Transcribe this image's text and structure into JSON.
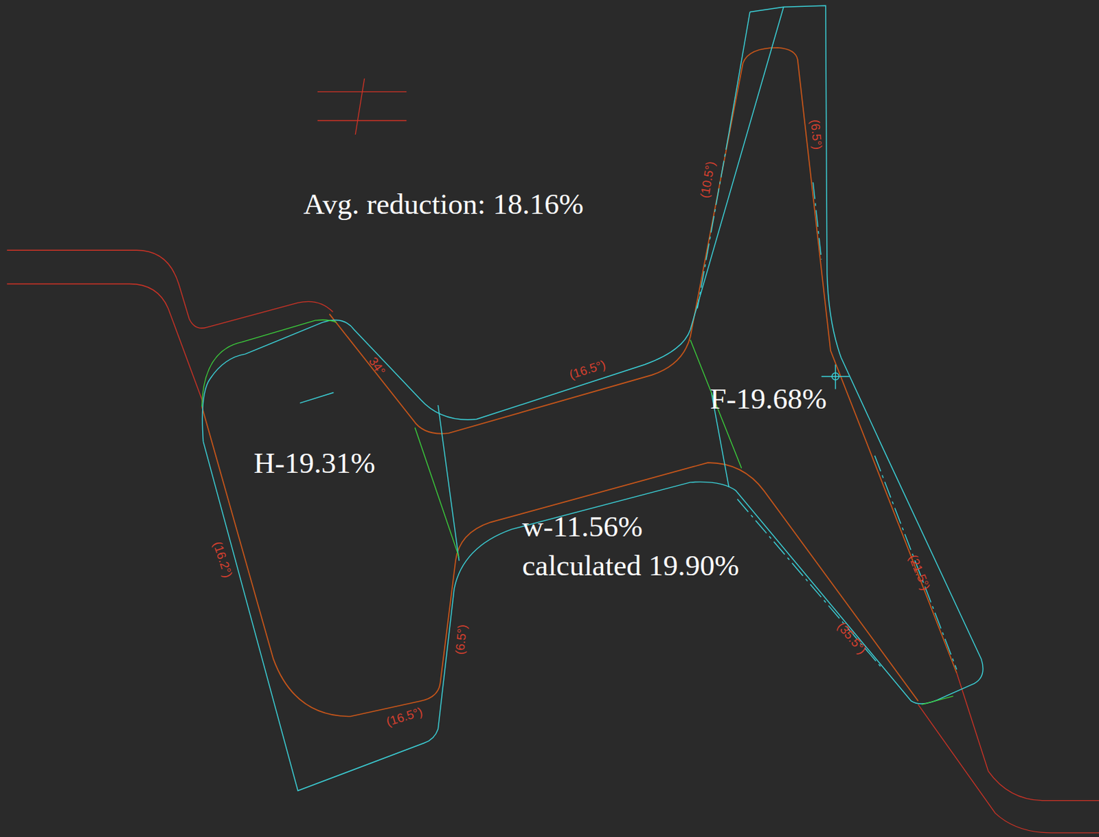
{
  "diagram": {
    "labels": [
      "Avg. reduction: 18.16%",
      "H-19.31%",
      "F-19.68%",
      "w-11.56%",
      "calculated 19.90%",
      "34°",
      "(16.5°)",
      "(10.5°)",
      "(6.5°)",
      "(16.2°)",
      "(6.5°)",
      "(16.5°)",
      "(21.5°)",
      "(35.5°)"
    ]
  }
}
